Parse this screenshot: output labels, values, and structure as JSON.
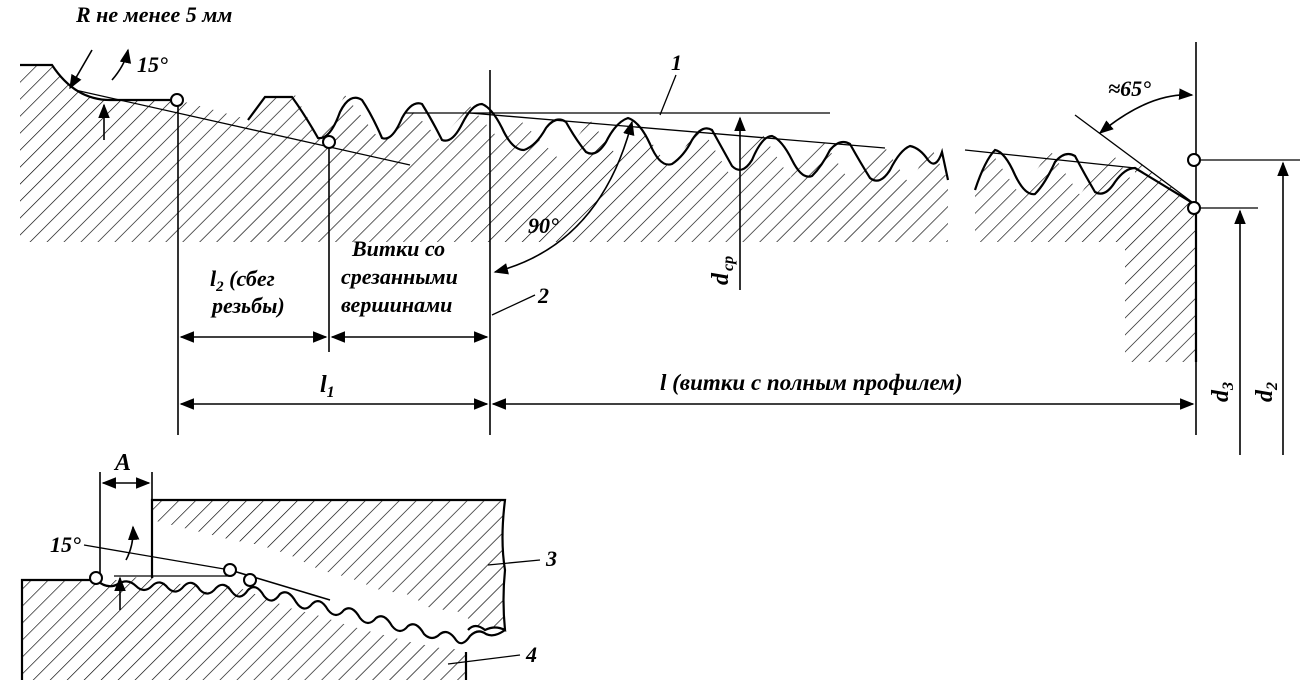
{
  "labels": {
    "radius_note": "R не менее 5 мм",
    "angle_top_left": "15°",
    "angle_chamfer": "≈65°",
    "angle_right": "90°",
    "callout_1": "1",
    "callout_2": "2",
    "callout_3": "3",
    "callout_4": "4",
    "l2_main": "l",
    "l2_sub": "2",
    "l2_note_line1": "(сбег",
    "l2_note_line2": "резьбы)",
    "cut_crests_line1": "Витки со",
    "cut_crests_line2": "срезанными",
    "cut_crests_line3": "вершинами",
    "l1_main": "l",
    "l1_sub": "1",
    "l_full": "l (витки с полным профилем)",
    "dcp_main": "d",
    "dcp_sub": "ср",
    "d3_main": "d",
    "d3_sub": "3",
    "d2_main": "d",
    "d2_sub": "2",
    "dim_A": "A",
    "angle_bottom": "15°"
  }
}
